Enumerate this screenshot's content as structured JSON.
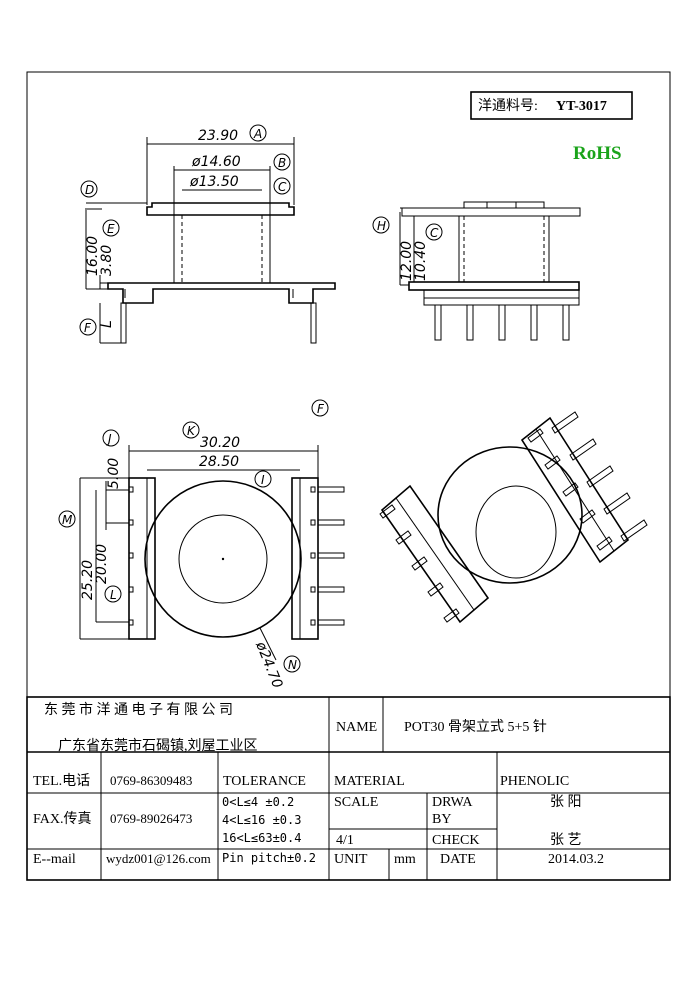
{
  "header": {
    "part_label": "洋通料号:",
    "part_number": "YT-3017",
    "rohs": "RoHS"
  },
  "dimensions": {
    "overall_width": "23.90",
    "flange_dia": "ø14.60",
    "bore_dia": "ø13.50",
    "height": "16.00",
    "base": "3.80",
    "pin_len": "L",
    "side_height": "12.00",
    "side_inner": "10.40",
    "bottom_outer": "30.20",
    "bottom_inner": "28.50",
    "pin_pitch": "5.00",
    "depth_outer": "25.20",
    "depth_inner": "20.00",
    "outer_dia": "ø24.70"
  },
  "callouts": {
    "A": "A",
    "B": "B",
    "C": "C",
    "D": "D",
    "E": "E",
    "F": "F",
    "H": "H",
    "J": "J",
    "K": "K",
    "I": "I",
    "M": "M",
    "L": "L",
    "N": "N"
  },
  "title_block": {
    "company": "东 莞 市 洋 通 电 子 有 限 公 司",
    "address": "广东省东莞市石碣镇,刘屋工业区",
    "name_label": "NAME",
    "name_value": "POT30 骨架立式 5+5 针",
    "tel_label": "TEL.电话",
    "tel_value": "0769-86309483",
    "tolerance_label": "TOLERANCE",
    "material_label": "MATERIAL",
    "material_value": "PHENOLIC",
    "fax_label": "FAX.传真",
    "fax_value": "0769-89026473",
    "tol_rows": [
      "0<L≤4   ±0.2",
      "4<L≤16  ±0.3",
      "16<L≤63±0.4",
      "Pin pitch±0.2"
    ],
    "scale_label": "SCALE",
    "scale_value": "4/1",
    "drawn_label_1": "DRWA",
    "drawn_label_2": "BY",
    "drawn_value": "张 阳",
    "check_label": "CHECK",
    "check_value": "张 艺",
    "email_label": "E--mail",
    "email_value": "wydz001@126.com",
    "unit_label": "UNIT",
    "unit_value": "mm",
    "date_label": "DATE",
    "date_value": "2014.03.2"
  }
}
